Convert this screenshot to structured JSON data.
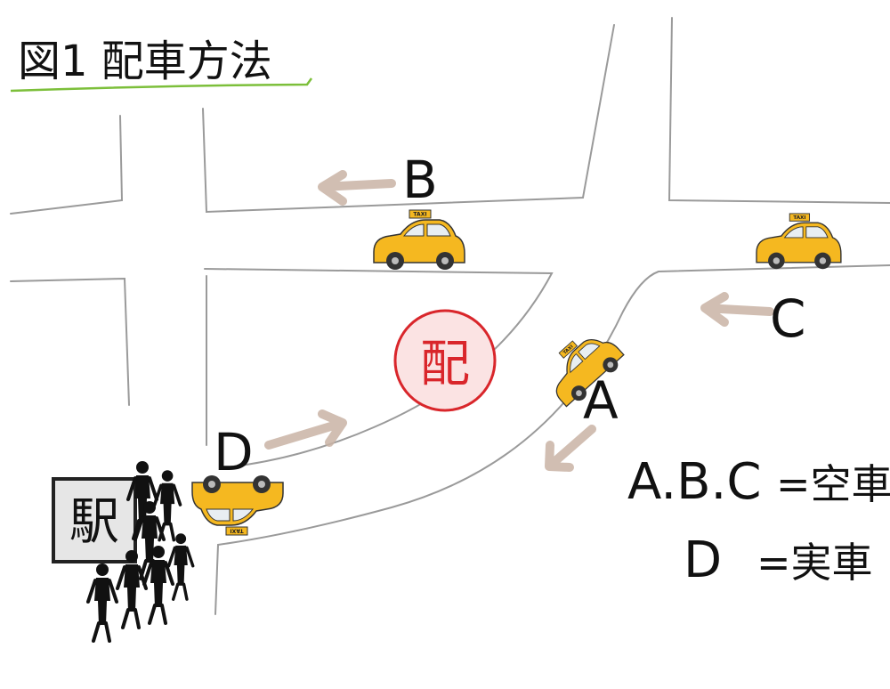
{
  "title": "図1 配車方法",
  "labels": {
    "a": "A",
    "b": "B",
    "c": "C",
    "d": "D"
  },
  "dispatch_mark": "配",
  "station": "駅",
  "taxi_sign": "TAXI",
  "legend": {
    "line1_cars": "A.B.C",
    "line1_eq": "=空車",
    "line2_cars": "D",
    "line2_eq": "=実車"
  },
  "colors": {
    "taxi": "#f5b820",
    "underline": "#7cbf3a",
    "dispatch_circle": "#d9262b",
    "arrow": "#c9b3a4",
    "road": "#9a9a9a"
  }
}
